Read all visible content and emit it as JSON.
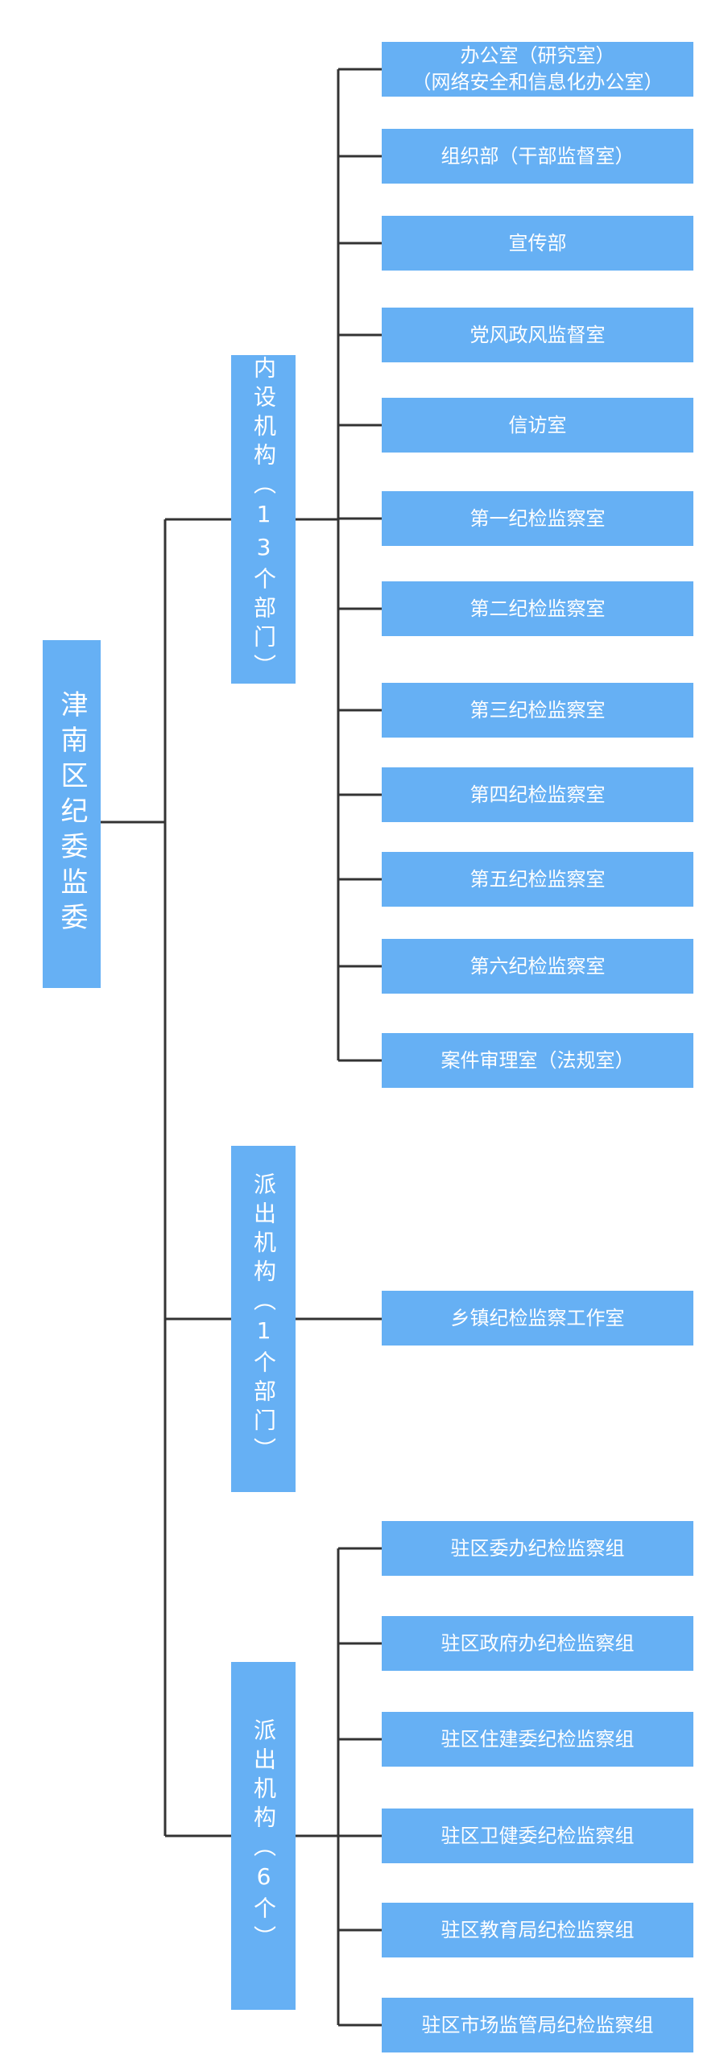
{
  "root": {
    "label": "津南区纪委监委"
  },
  "groups": [
    {
      "label": "内设机构（13个部门）",
      "items": [
        "办公室（研究室）\n（网络安全和信息化办公室）",
        "组织部（干部监督室）",
        "宣传部",
        "党风政风监督室",
        "信访室",
        "第一纪检监察室",
        "第二纪检监察室",
        "第三纪检监察室",
        "第四纪检监察室",
        "第五纪检监察室",
        "第六纪检监察室",
        "案件审理室（法规室）"
      ]
    },
    {
      "label": "派出机构（1个部门）",
      "items": [
        "乡镇纪检监察工作室"
      ]
    },
    {
      "label": "派出机构（6个）",
      "items": [
        "驻区委办纪检监察组",
        "驻区政府办纪检监察组",
        "驻区住建委纪检监察组",
        "驻区卫健委纪检监察组",
        "驻区教育局纪检监察组",
        "驻区市场监管局纪检监察组"
      ]
    }
  ],
  "colors": {
    "box": "#66b0f4",
    "text": "#ffffff",
    "line": "#333333"
  }
}
